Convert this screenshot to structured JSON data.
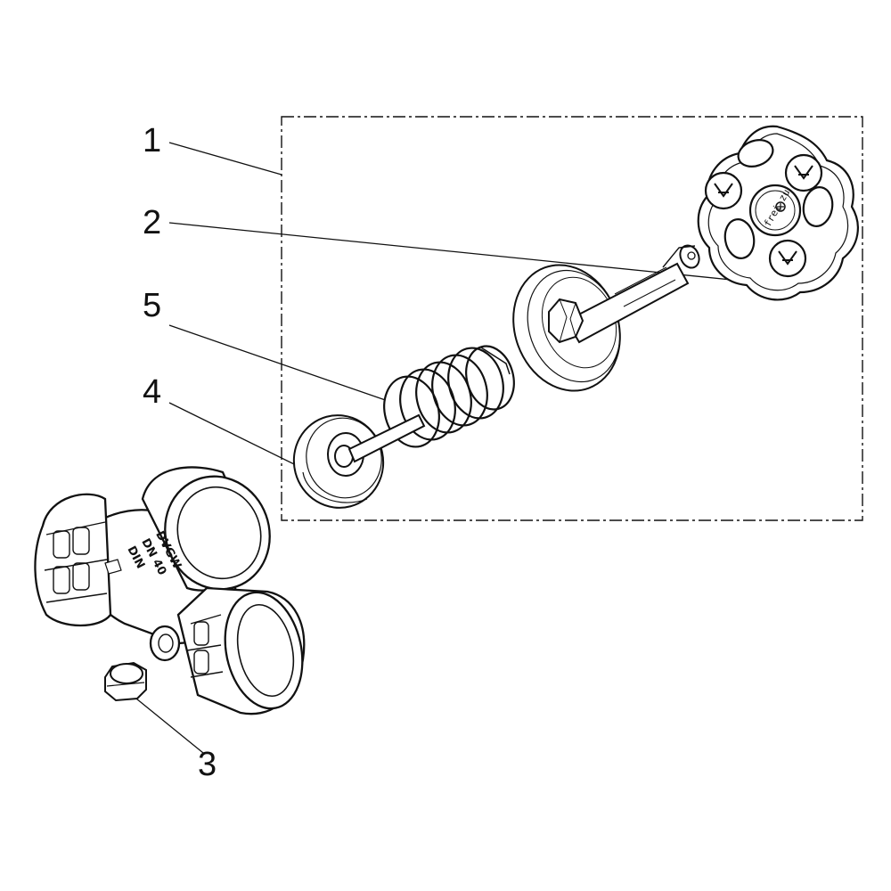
{
  "callouts": [
    {
      "id": "1",
      "label": "1"
    },
    {
      "id": "2",
      "label": "2"
    },
    {
      "id": "3",
      "label": "3"
    },
    {
      "id": "4",
      "label": "4"
    },
    {
      "id": "5",
      "label": "5"
    }
  ],
  "body_markings": {
    "line1": "DVGW",
    "line2": "DN 40",
    "line3": "DIN"
  },
  "handwheel_text": "frei  zu",
  "colors": {
    "ink": "#111111",
    "paper": "#ffffff"
  }
}
